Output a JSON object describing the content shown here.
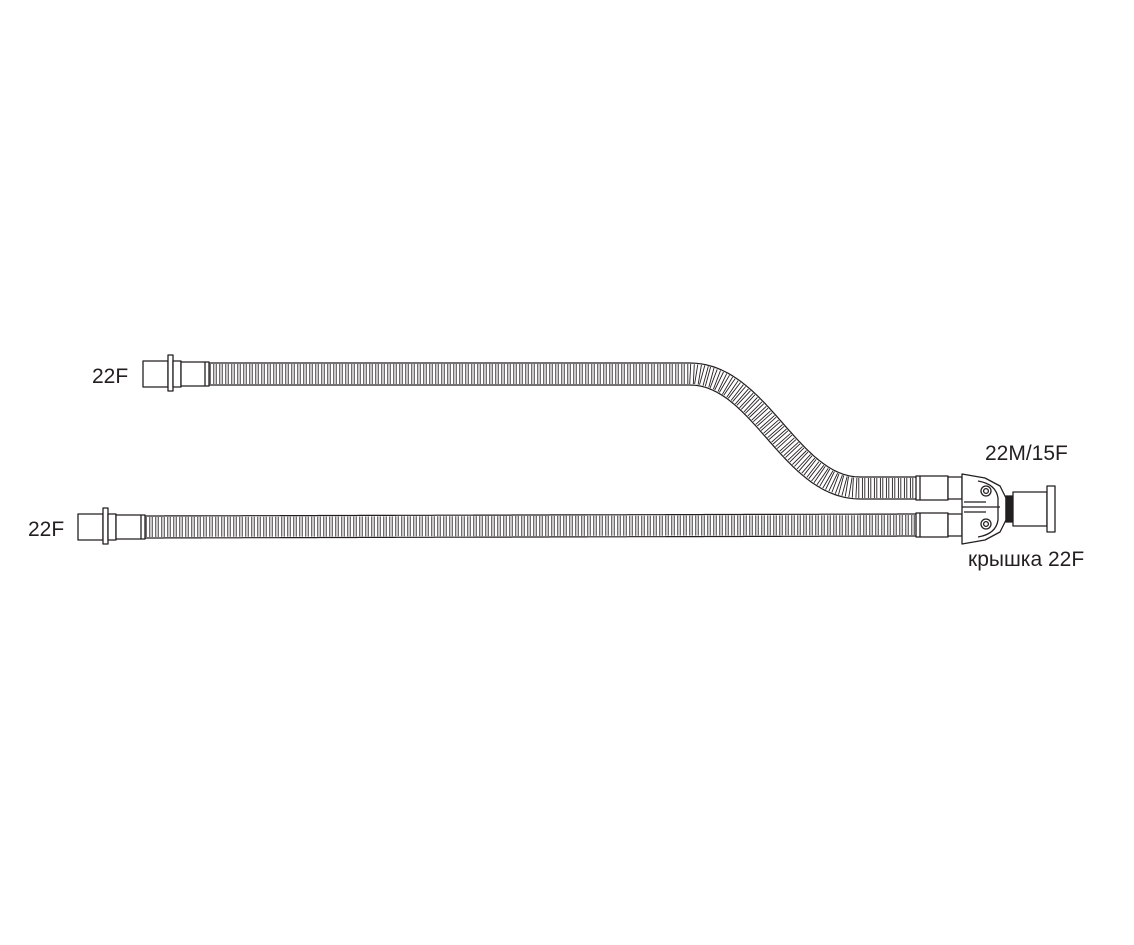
{
  "labels": {
    "top_hose_connector": "22F",
    "bottom_hose_connector": "22F",
    "y_piece_port": "22M/15F",
    "cap": "крышка 22F"
  },
  "colors": {
    "line": "#231f20",
    "background": "#ffffff"
  }
}
